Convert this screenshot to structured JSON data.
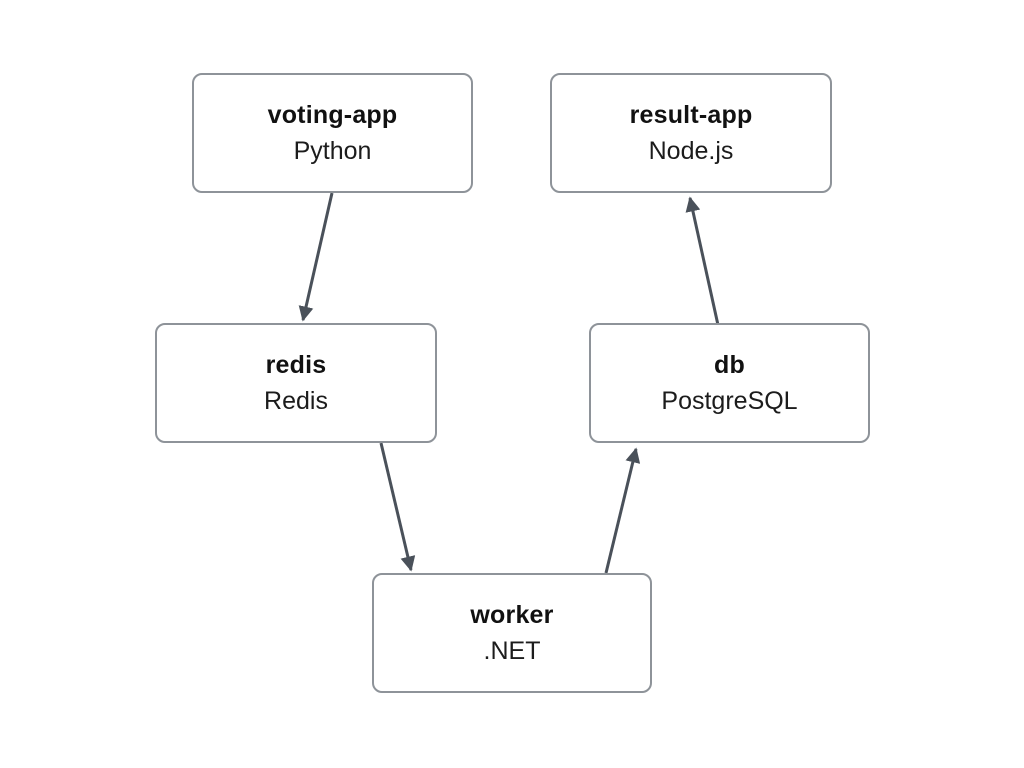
{
  "diagram": {
    "type": "architecture-flow",
    "colors": {
      "background": "#ffffff",
      "node_border": "#8e9399",
      "node_background": "#ffffff",
      "edge": "#4a515a",
      "text": "#111111"
    },
    "nodes": [
      {
        "id": "voting-app",
        "title": "voting-app",
        "subtitle": "Python"
      },
      {
        "id": "result-app",
        "title": "result-app",
        "subtitle": "Node.js"
      },
      {
        "id": "redis",
        "title": "redis",
        "subtitle": "Redis"
      },
      {
        "id": "db",
        "title": "db",
        "subtitle": "PostgreSQL"
      },
      {
        "id": "worker",
        "title": "worker",
        "subtitle": ".NET"
      }
    ],
    "edges": [
      {
        "from": "voting-app",
        "to": "redis"
      },
      {
        "from": "redis",
        "to": "worker"
      },
      {
        "from": "worker",
        "to": "db"
      },
      {
        "from": "db",
        "to": "result-app"
      }
    ]
  }
}
